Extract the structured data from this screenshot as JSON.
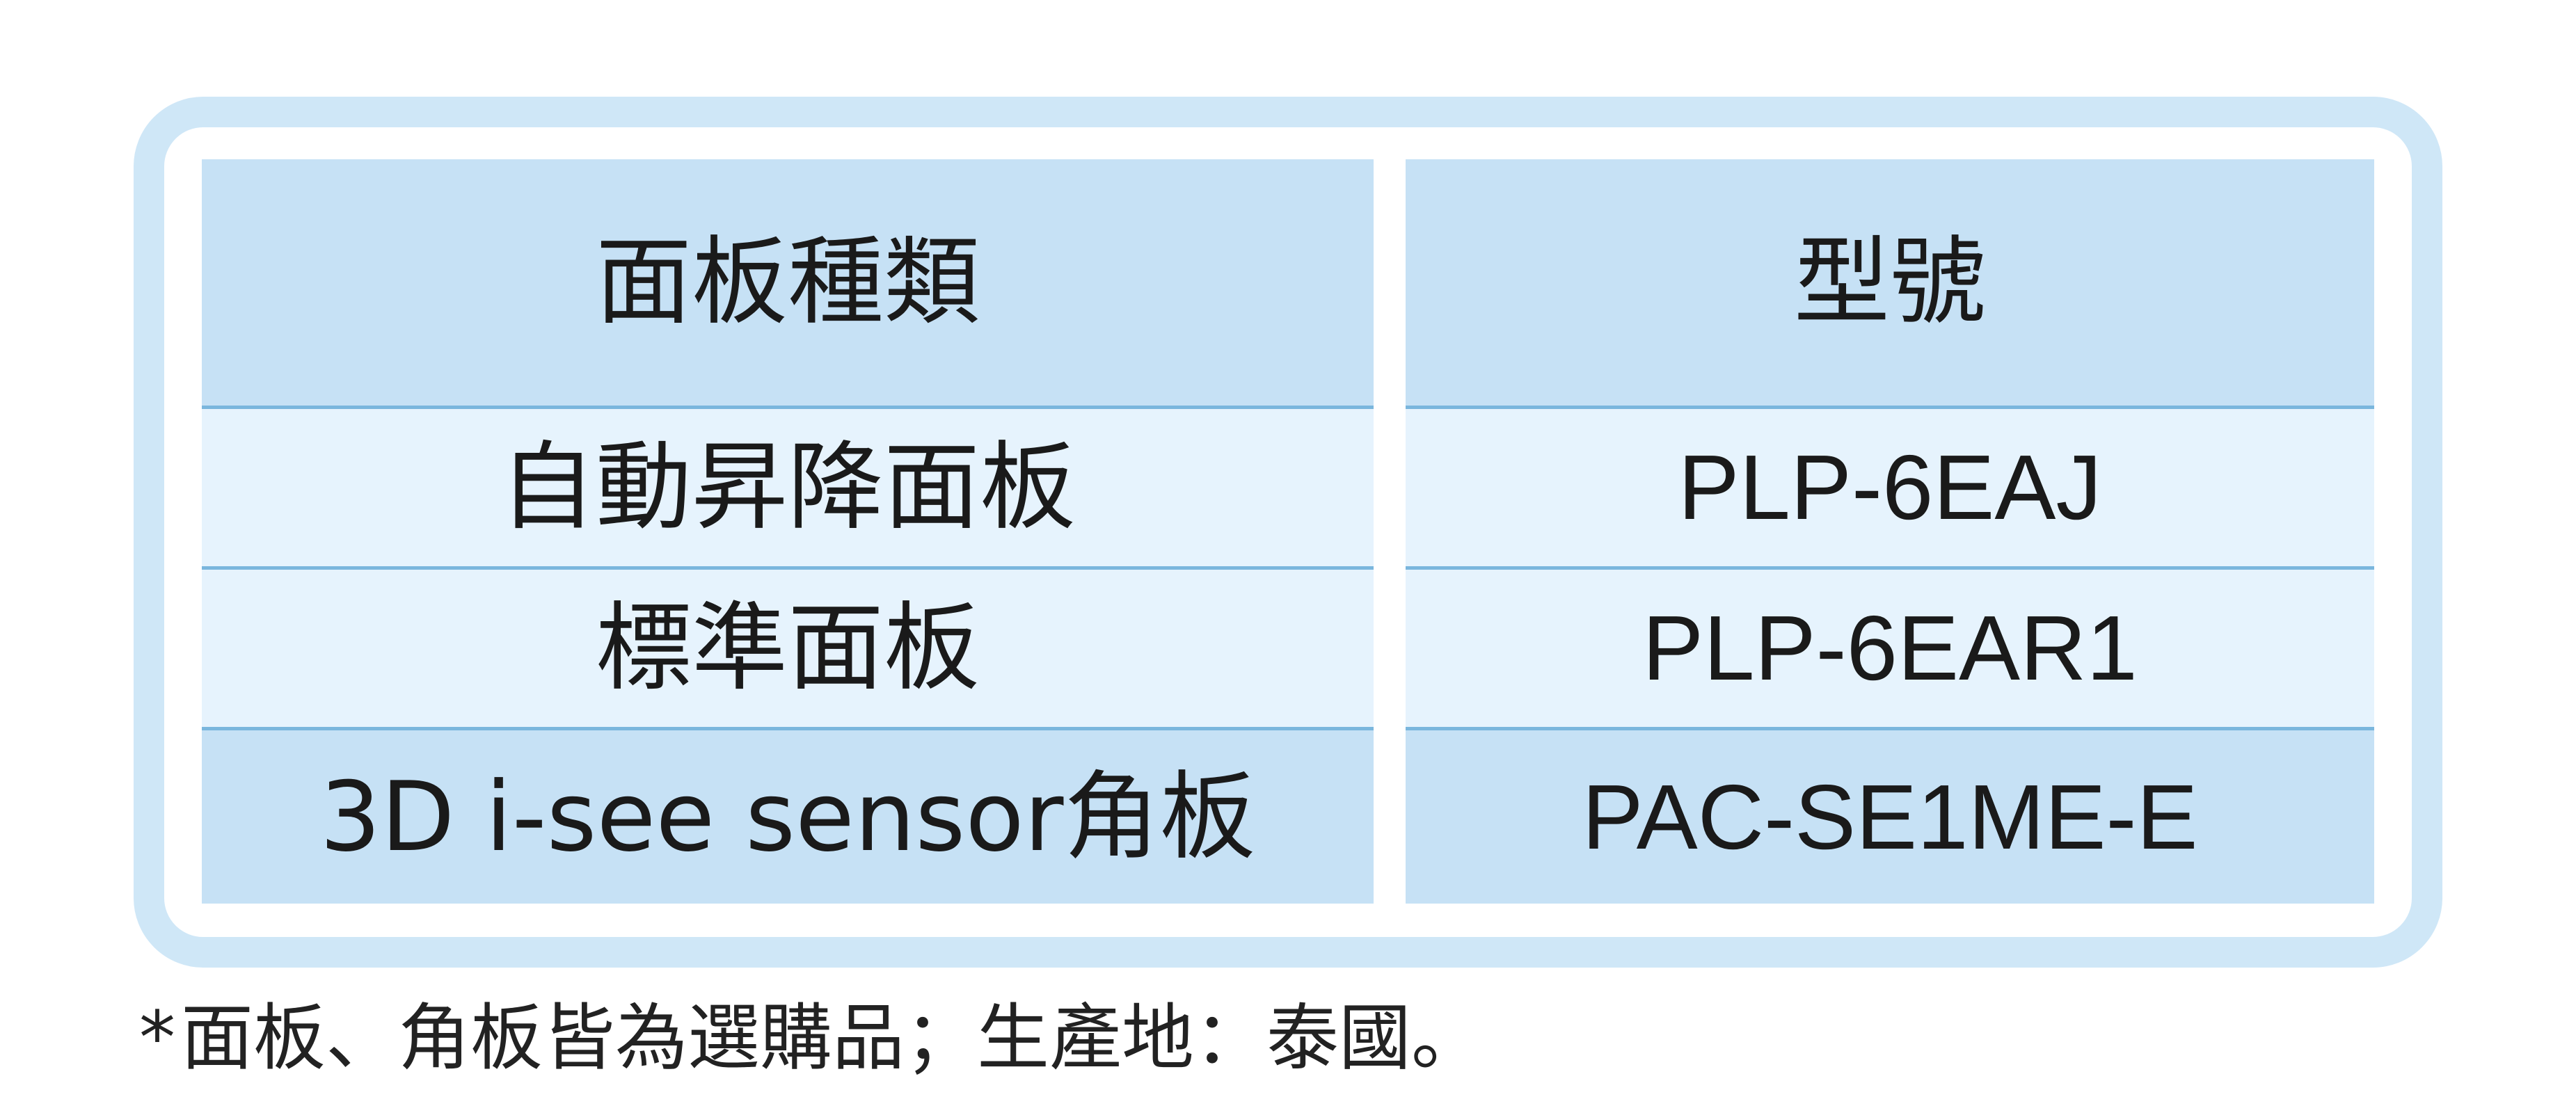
{
  "table": {
    "headers": [
      "面板種類",
      "型號"
    ],
    "rows": [
      [
        "自動昇降面板",
        "PLP-6EAJ"
      ],
      [
        "標準面板",
        "PLP-6EAR1"
      ],
      [
        "3D i-see sensor角板",
        "PAC-SE1ME-E"
      ]
    ]
  },
  "footnote": {
    "marker": "*",
    "text": "面板、角板皆為選購品；生產地：泰國。"
  },
  "colors": {
    "frame": "#cfe7f7",
    "header_bg": "#c6e1f5",
    "row_bg_light": "#e6f3fd",
    "divider": "#7ab6dd"
  }
}
